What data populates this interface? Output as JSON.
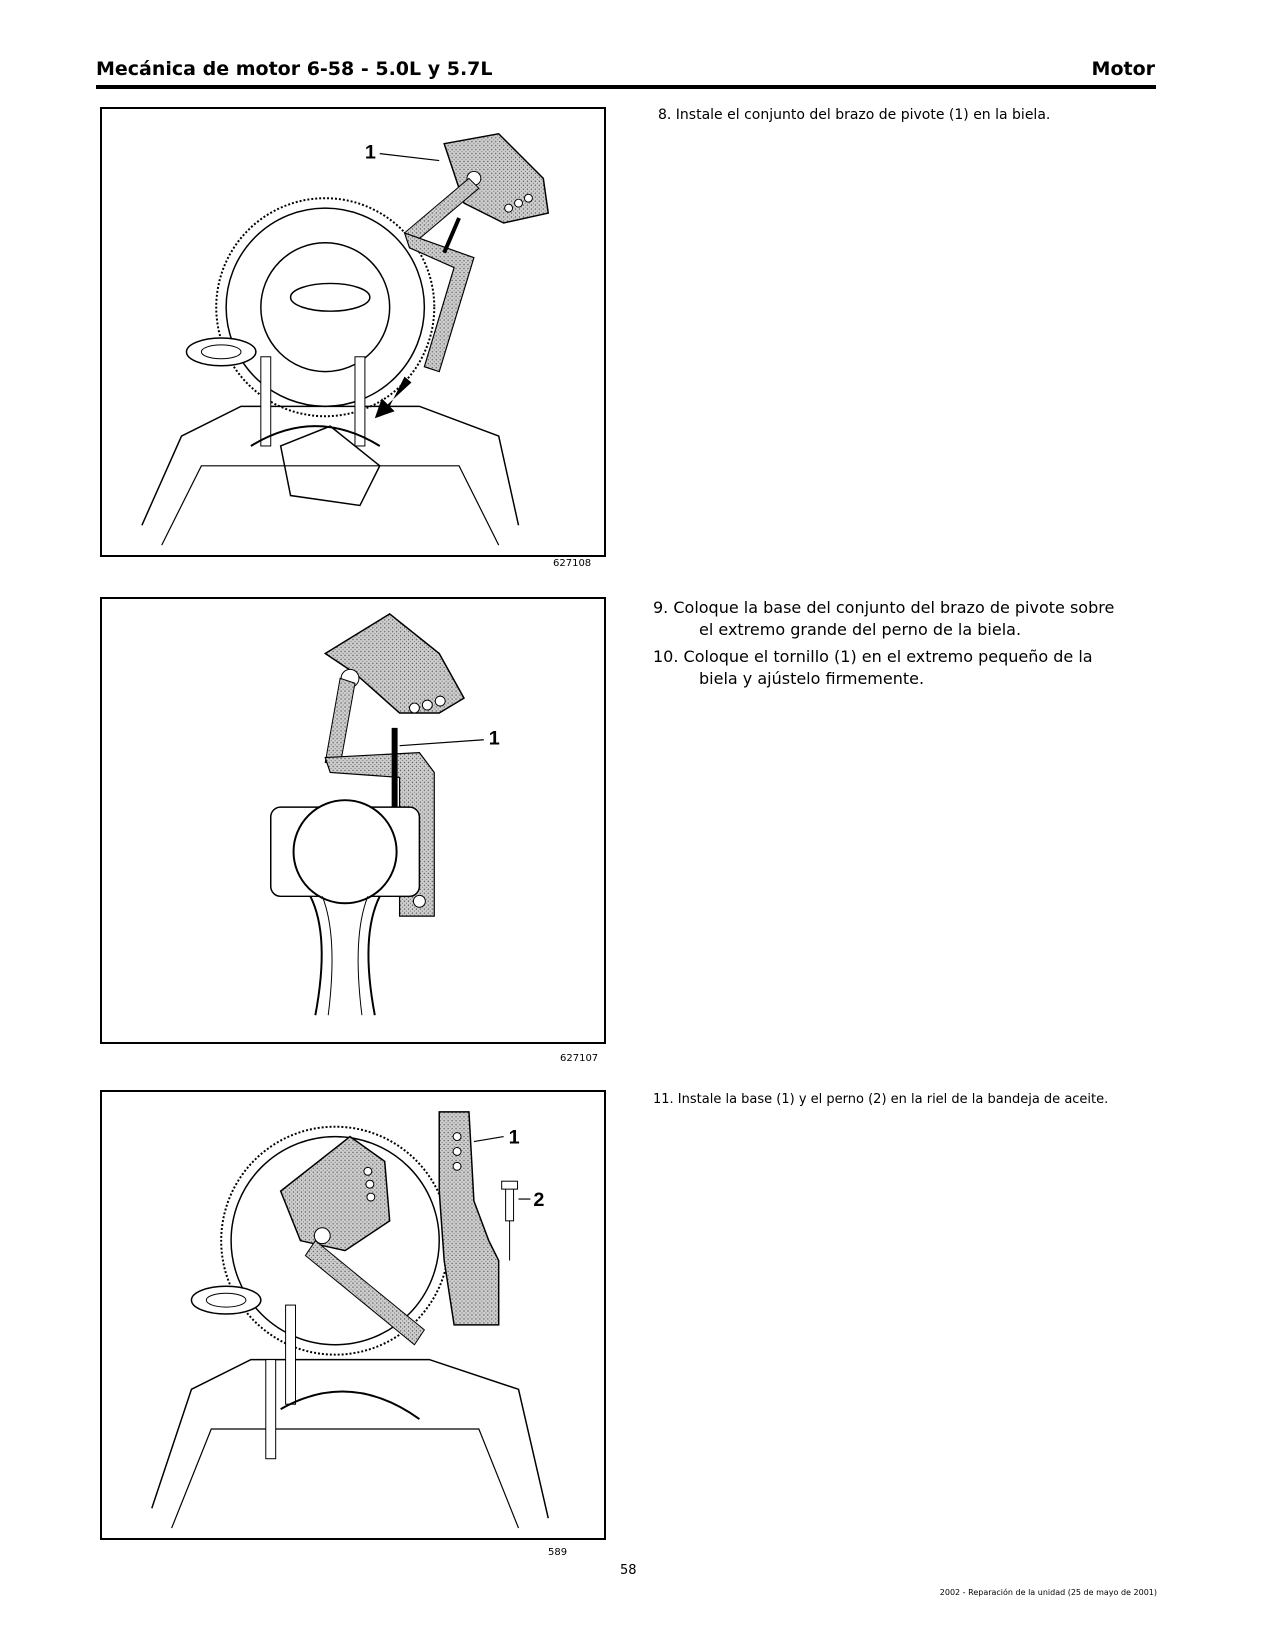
{
  "header": {
    "title": "Mecánica de motor 6-58 - 5.0L y 5.7L",
    "section": "Motor"
  },
  "figures": [
    {
      "id": "627108",
      "callouts": [
        "1"
      ]
    },
    {
      "id": "627107",
      "callouts": [
        "1"
      ]
    },
    {
      "id": "589",
      "callouts": [
        "1",
        "2"
      ]
    }
  ],
  "steps": [
    {
      "text": "8. Instale el conjunto del brazo de pivote (1) en la biela."
    },
    {
      "line1": "9. Coloque la base del conjunto del brazo de pivote sobre",
      "line2": "el extremo grande del perno de la biela."
    },
    {
      "line1": "10. Coloque el tornillo (1) en el extremo pequeño de la",
      "line2": "biela y ajústelo firmemente."
    },
    {
      "text": "11. Instale la base (1) y el perno (2) en la riel de la bandeja de aceite."
    }
  ],
  "page_number": "58",
  "footer": "2002 - Reparación de la unidad (25 de mayo de 2001)"
}
